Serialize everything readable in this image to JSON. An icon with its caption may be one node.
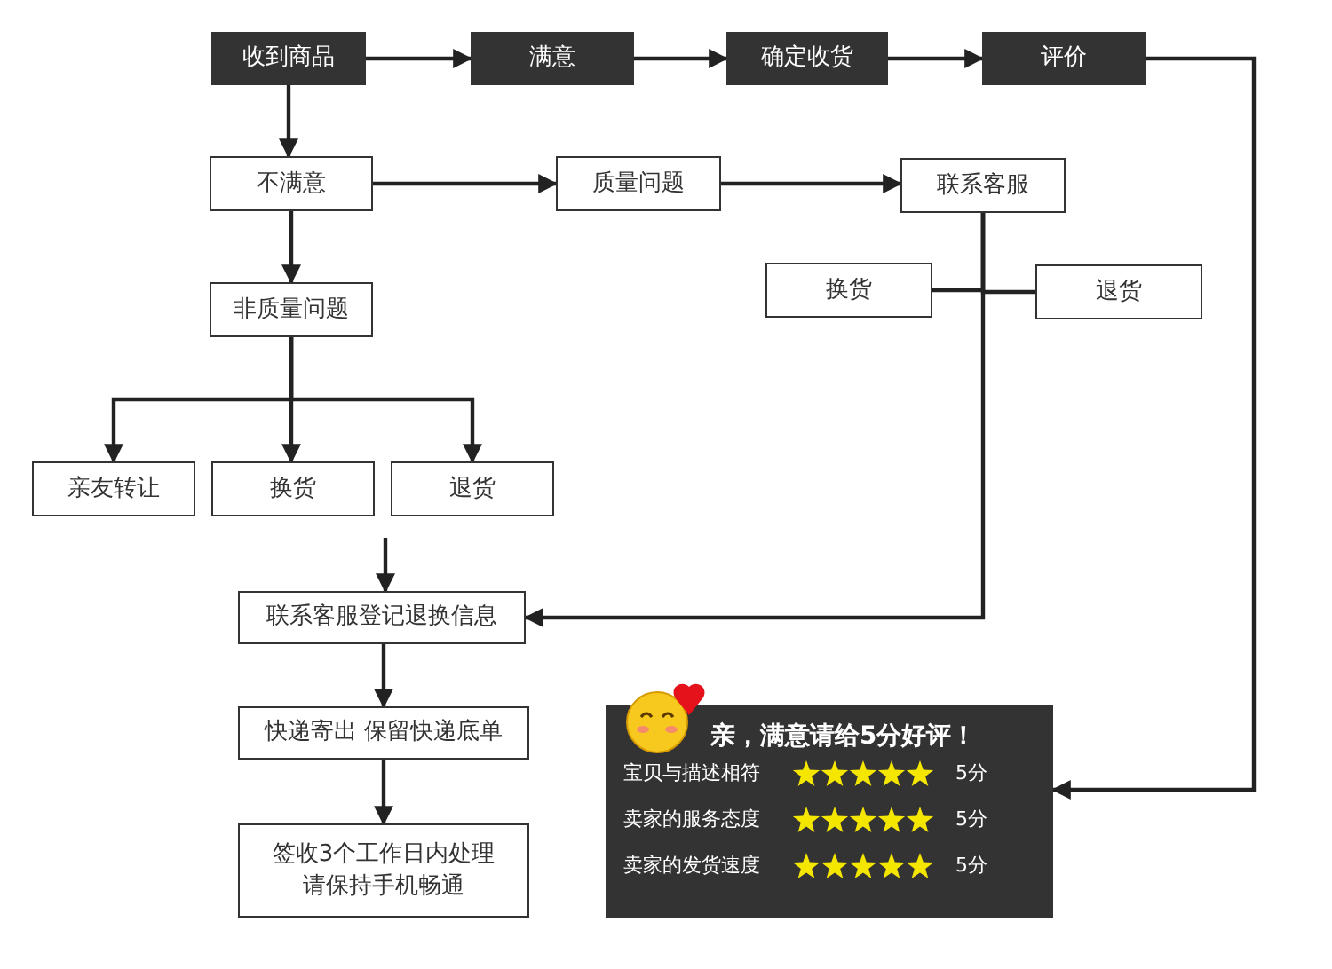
{
  "diagram": {
    "nodes": [
      {
        "text": [
          "收到商品"
        ]
      },
      {
        "text": [
          "满意"
        ]
      },
      {
        "text": [
          "确定收货"
        ]
      },
      {
        "text": [
          "评价"
        ]
      },
      {
        "text": [
          "不满意"
        ]
      },
      {
        "text": [
          "质量问题"
        ]
      },
      {
        "text": [
          "联系客服"
        ]
      },
      {
        "text": [
          "换货"
        ]
      },
      {
        "text": [
          "退货"
        ]
      },
      {
        "text": [
          "非质量问题"
        ]
      },
      {
        "text": [
          "亲友转让"
        ]
      },
      {
        "text": [
          "换货"
        ]
      },
      {
        "text": [
          "退货"
        ]
      },
      {
        "text": [
          "联系客服登记退换信息"
        ]
      },
      {
        "text": [
          "快递寄出 保留快递底单"
        ]
      },
      {
        "text": [
          "签收3个工作日内处理请保持手机畅通"
        ]
      },
      {
        "text": [
          "亲，满意请给5分好评！",
          "宝贝与描述相符",
          "5分",
          "卖家的服务态度",
          "5分",
          "卖家的发货速度",
          "5分"
        ]
      }
    ],
    "edges": [
      {
        "from": 0,
        "to": 1,
        "arrow": "to"
      },
      {
        "from": 1,
        "to": 2,
        "arrow": "to"
      },
      {
        "from": 2,
        "to": 3,
        "arrow": "to"
      },
      {
        "from": 0,
        "to": 4,
        "arrow": "to"
      },
      {
        "from": 4,
        "to": 5,
        "arrow": "to"
      },
      {
        "from": 5,
        "to": 6,
        "arrow": "to"
      },
      {
        "from": 6,
        "to": 7,
        "arrow": "none"
      },
      {
        "from": 6,
        "to": 8,
        "arrow": "none"
      },
      {
        "from": 4,
        "to": 9,
        "arrow": "to"
      },
      {
        "from": 9,
        "to": 10,
        "arrow": "to"
      },
      {
        "from": 9,
        "to": 11,
        "arrow": "to"
      },
      {
        "from": 9,
        "to": 12,
        "arrow": "to"
      },
      {
        "from": 6,
        "to": 13,
        "arrow": "to"
      },
      {
        "from": null,
        "to": 13,
        "arrow": "to"
      },
      {
        "from": 13,
        "to": 14,
        "arrow": "to"
      },
      {
        "from": 14,
        "to": 15,
        "arrow": "to"
      },
      {
        "from": 3,
        "to": 16,
        "arrow": "to"
      }
    ]
  }
}
